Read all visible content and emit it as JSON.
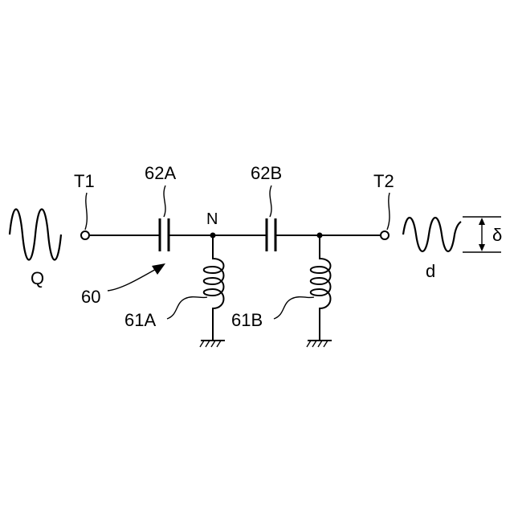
{
  "labels": {
    "input_wave": "Q",
    "output_wave": "d",
    "terminal_in": "T1",
    "terminal_out": "T2",
    "capacitor_a": "62A",
    "capacitor_b": "62B",
    "inductor_a": "61A",
    "inductor_b": "61B",
    "node": "N",
    "filter": "60",
    "amplitude": "δ"
  }
}
